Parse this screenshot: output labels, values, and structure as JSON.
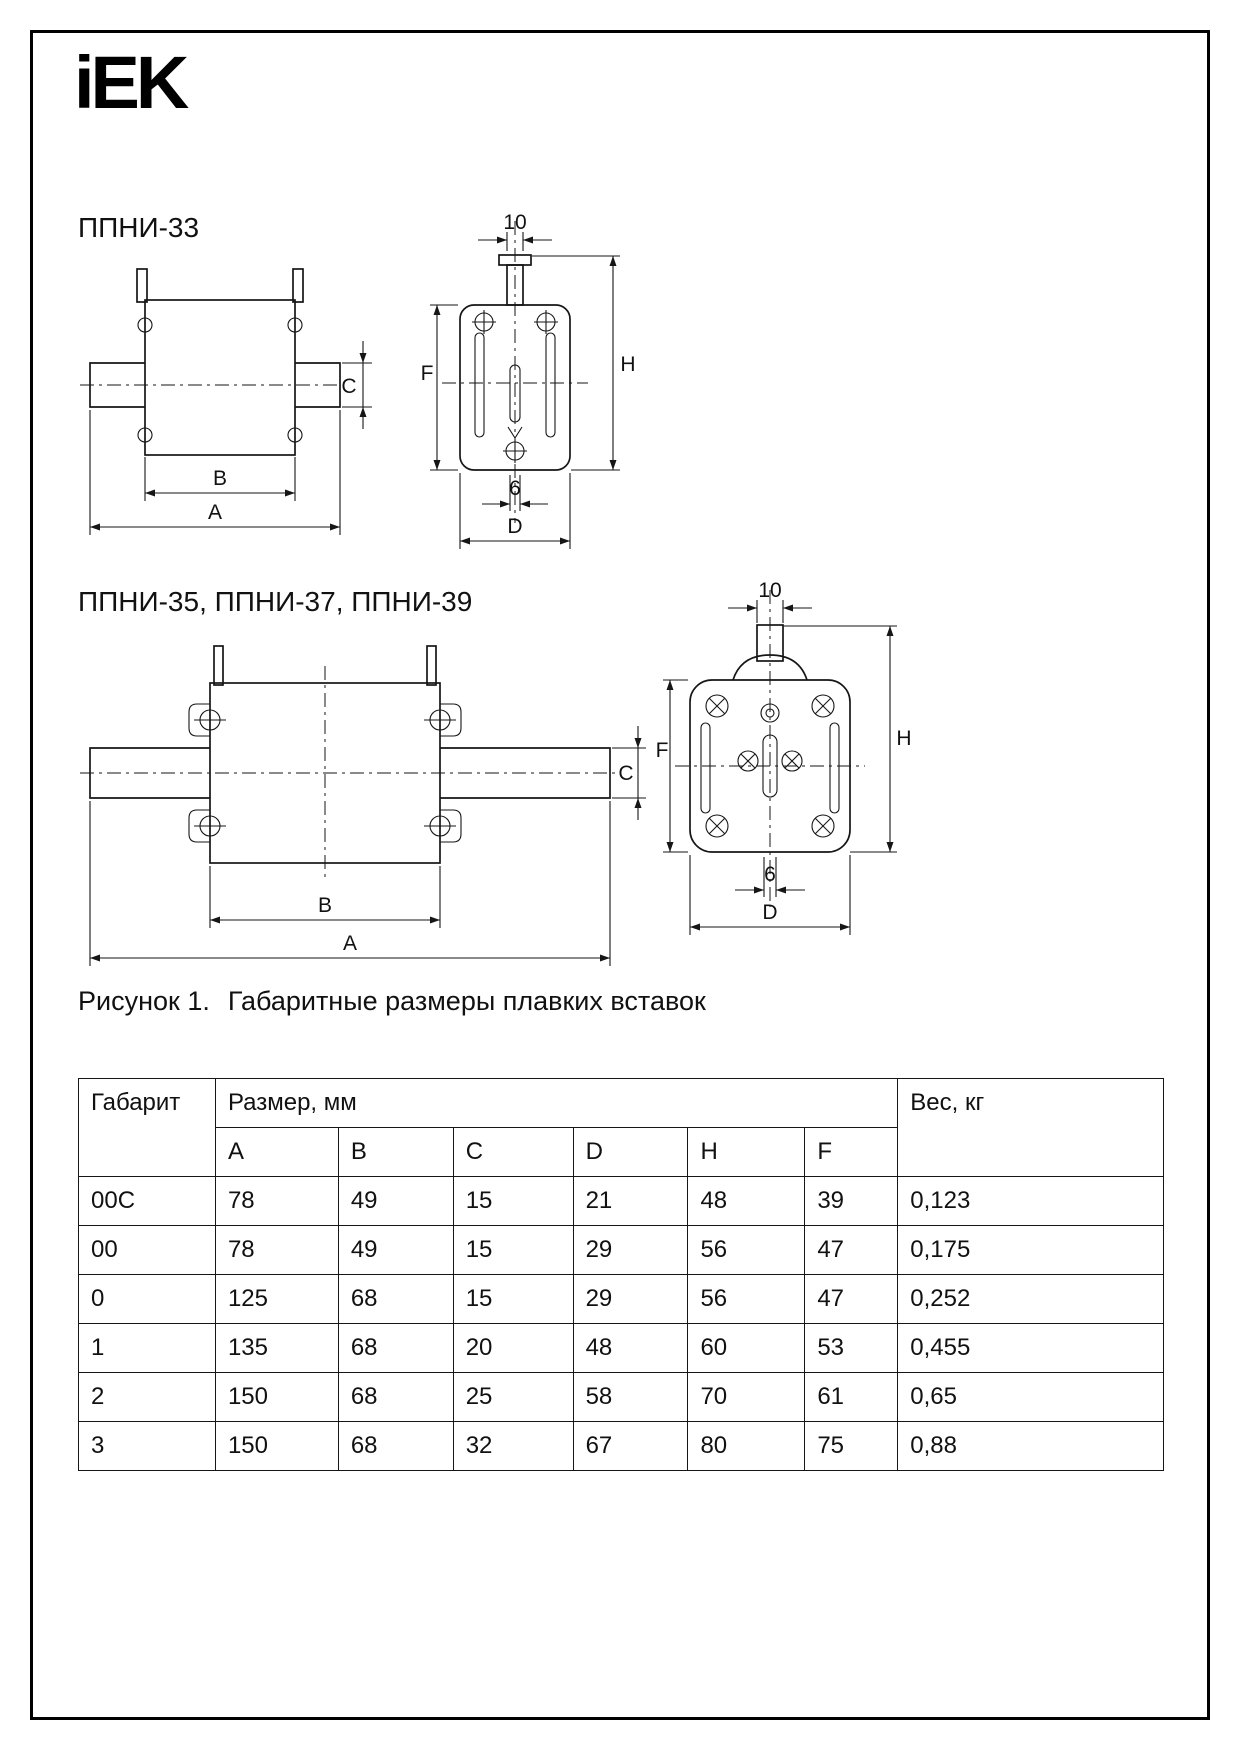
{
  "logo": {
    "text": "iEK"
  },
  "sections": {
    "top": "ППНИ-33",
    "bottom": "ППНИ-35, ППНИ-37, ППНИ-39"
  },
  "figure_caption": {
    "prefix": "Рисунок 1.",
    "text": "Габаритные размеры плавких вставок"
  },
  "dims": {
    "A": "A",
    "B": "B",
    "C": "C",
    "D": "D",
    "F": "F",
    "H": "H",
    "d10": "10",
    "d6": "6"
  },
  "table": {
    "col_gabarit": "Габарит",
    "col_size": "Размер, мм",
    "col_weight": "Вес, кг",
    "size_cols": [
      "A",
      "B",
      "C",
      "D",
      "H",
      "F"
    ],
    "rows": [
      {
        "gabarit": "00C",
        "values": [
          "78",
          "49",
          "15",
          "21",
          "48",
          "39"
        ],
        "weight": "0,123"
      },
      {
        "gabarit": "00",
        "values": [
          "78",
          "49",
          "15",
          "29",
          "56",
          "47"
        ],
        "weight": "0,175"
      },
      {
        "gabarit": "0",
        "values": [
          "125",
          "68",
          "15",
          "29",
          "56",
          "47"
        ],
        "weight": "0,252"
      },
      {
        "gabarit": "1",
        "values": [
          "135",
          "68",
          "20",
          "48",
          "60",
          "53"
        ],
        "weight": "0,455"
      },
      {
        "gabarit": "2",
        "values": [
          "150",
          "68",
          "25",
          "58",
          "70",
          "61"
        ],
        "weight": "0,65"
      },
      {
        "gabarit": "3",
        "values": [
          "150",
          "68",
          "32",
          "67",
          "80",
          "75"
        ],
        "weight": "0,88"
      }
    ]
  }
}
